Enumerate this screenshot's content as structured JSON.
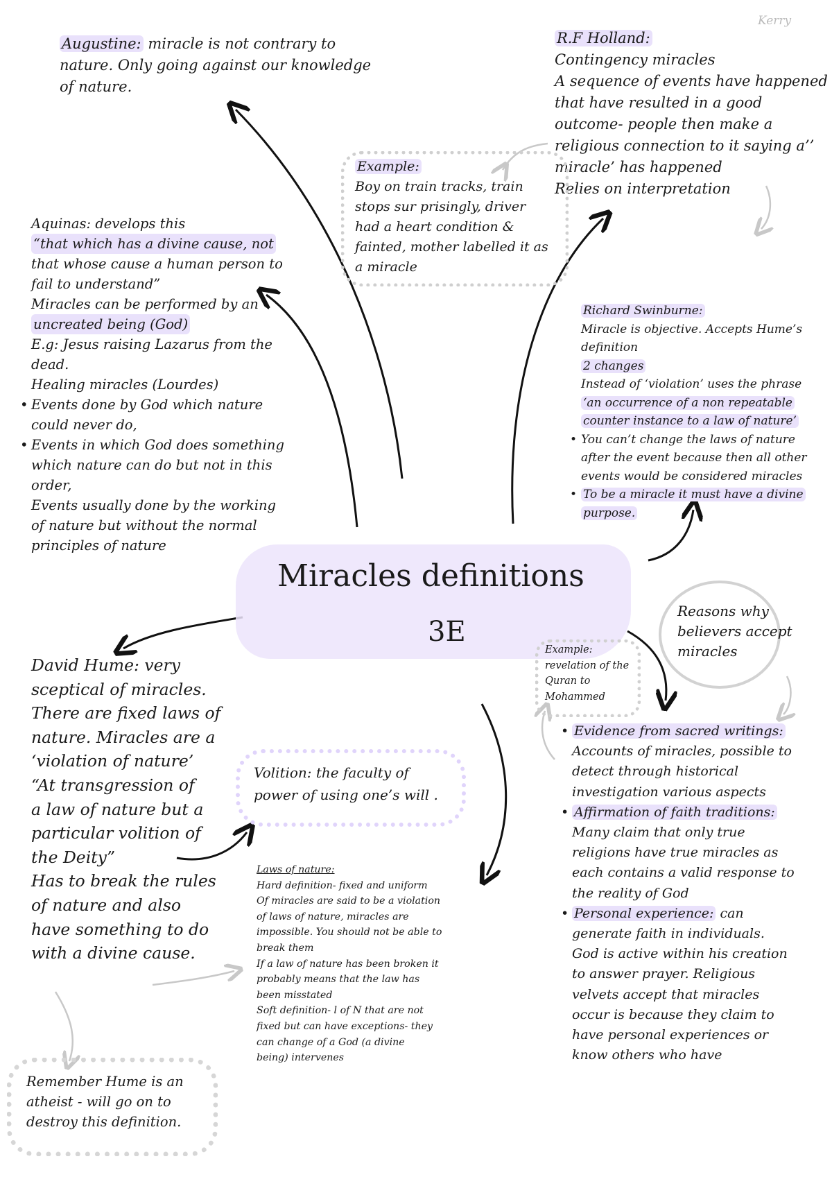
{
  "author": "Kerry",
  "center": {
    "title": "Miracles definitions",
    "code": "3E"
  },
  "augustine": {
    "name": "Augustine:",
    "lines": [
      "miracle is not contrary to",
      "nature. Only going against our knowledge",
      "of nature."
    ]
  },
  "holland": {
    "name": "R.F Holland:",
    "lines": [
      "Contingency miracles",
      "A sequence of events have happened",
      "that have resulted in a good",
      "outcome- people then make a",
      "religious connection to it saying a’’",
      "miracle’ has happened",
      "Relies on interpretation"
    ]
  },
  "example_train": {
    "heading": "Example:",
    "lines": [
      "Boy on train tracks, train",
      "stops sur prisingly, driver",
      "had a heart condition &",
      "fainted, mother labelled it as",
      "a miracle"
    ]
  },
  "aquinas": {
    "lines": [
      "Aquinas: develops this",
      " “that which has a divine cause, not",
      "that whose cause a human person to",
      "fail to understand”",
      "Miracles can be performed by an",
      "uncreated being (God)",
      "E.g: Jesus raising Lazarus from the",
      "dead.",
      "Healing miracles (Lourdes)"
    ],
    "bullets": [
      [
        "Events done by God which nature",
        "could never do,"
      ],
      [
        "Events in which God does something",
        "which nature can do but not in this",
        "order,"
      ]
    ],
    "tail": [
      "Events usually done by the working",
      "of nature but without the normal",
      "principles of nature"
    ]
  },
  "swinburne": {
    "name": "Richard Swinburne:",
    "lines": [
      "Miracle is objective. Accepts Hume’s",
      "definition",
      "2 changes",
      "Instead of ‘violation’ uses the phrase",
      "‘an occurrence of a non repeatable",
      "counter instance to a law of nature’"
    ],
    "bullets": [
      [
        "You can’t change the laws of nature",
        "after the event because then all other",
        "events would be considered miracles"
      ],
      [
        "To be a miracle it must have a divine",
        "purpose."
      ]
    ]
  },
  "reasons": {
    "lines": [
      "Reasons why",
      "believers accept",
      "miracles"
    ]
  },
  "example_quran": {
    "lines": [
      "Example:",
      "revelation of the",
      "Quran to",
      "Mohammed"
    ]
  },
  "hume": {
    "lines": [
      "David Hume: very",
      "sceptical of miracles.",
      "There are fixed laws of",
      "nature. Miracles are a",
      "‘violation of nature’",
      "“At transgression of",
      "a law of nature but a",
      "particular volition of",
      "the Deity”",
      "Has to break the rules",
      "of nature and also",
      "have something to do",
      "with a divine cause."
    ]
  },
  "volition": {
    "lines": [
      "Volition: the faculty of",
      "power of using one’s will ."
    ]
  },
  "laws": {
    "lines": [
      "Laws of nature:",
      "Hard definition- fixed and uniform",
      "Of miracles are said to be a violation",
      "of laws of nature, miracles are",
      "impossible. You should not be able to",
      "break them",
      "If a law of nature has been broken it",
      "probably means that the law has",
      "been misstated",
      "Soft definition- l of N that are not",
      "fixed but can have exceptions- they",
      "can change of a God (a divine",
      "being) intervenes"
    ]
  },
  "reasons_list": {
    "items": [
      {
        "head": "Evidence from sacred writings:",
        "lines": [
          "Accounts of miracles, possible to",
          "detect through historical",
          "investigation various aspects"
        ]
      },
      {
        "head": "Affirmation of faith traditions:",
        "lines": [
          "Many claim that only true",
          "religions have true miracles as",
          "each contains a valid response to",
          "the reality of God"
        ]
      },
      {
        "head": "Personal experience:",
        "head_tail": " can",
        "lines": [
          "generate faith in individuals.",
          "God is active within his creation",
          "to answer prayer. Religious",
          "velvets accept that miracles",
          "occur is because they claim to",
          "have personal experiences or",
          "know others who have"
        ]
      }
    ]
  },
  "hume_note": {
    "lines": [
      "Remember Hume is an",
      "atheist - will go on to",
      "destroy this definition."
    ]
  },
  "colors": {
    "highlight": "#e9e1fb",
    "ink": "#1a1a1a",
    "grey": "#c8c8c8"
  }
}
